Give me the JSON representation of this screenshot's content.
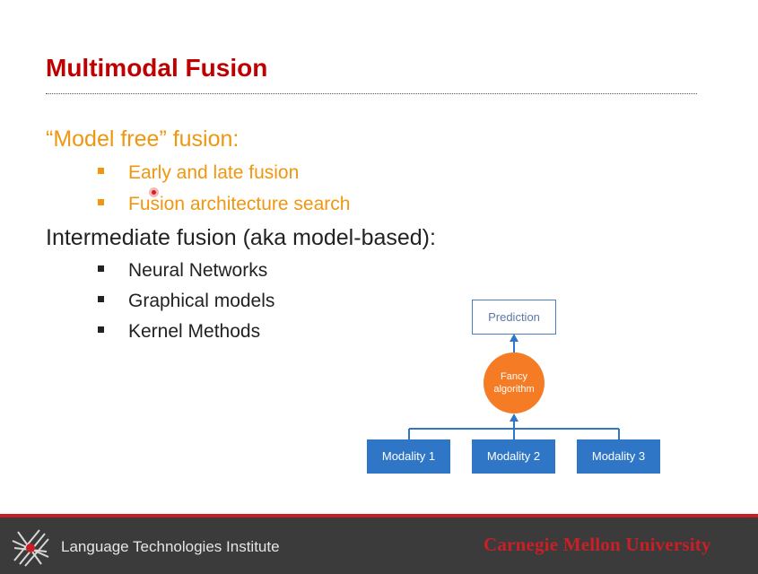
{
  "slide": {
    "title": "Multimodal Fusion",
    "model_free": {
      "heading": "“Model free” fusion:",
      "items": [
        "Early and late fusion",
        "Fusion architecture search"
      ]
    },
    "intermediate": {
      "heading": "Intermediate fusion (aka model-based):",
      "items": [
        "Neural Networks",
        "Graphical models",
        "Kernel Methods"
      ]
    },
    "diagram": {
      "prediction": "Prediction",
      "algorithm_line1": "Fancy",
      "algorithm_line2": "algorithm",
      "modalities": [
        "Modality 1",
        "Modality 2",
        "Modality 3"
      ]
    },
    "footer": {
      "institute": "Language Technologies Institute",
      "university": "Carnegie Mellon University"
    }
  },
  "colors": {
    "title": "#c00000",
    "accent_orange": "#f0960f",
    "node_blue": "#2f77c6",
    "node_orange": "#f57c24",
    "footer_bg": "#3b3b3b",
    "footer_red": "#c81d25"
  },
  "icons": [
    "lti-logo-icon",
    "bullet-square-icon",
    "arrow-up-icon",
    "cursor-dot-icon"
  ]
}
